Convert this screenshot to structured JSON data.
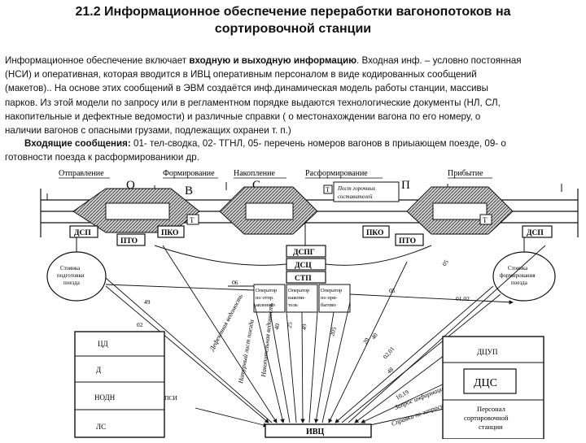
{
  "title": {
    "line1": "21.2 Информационное обеспечение переработки вагонопотоков на",
    "line2": "сортировочной станции"
  },
  "paragraph": {
    "l1a": "Информационное обеспечение включает ",
    "l1b": "входную и выходную информацию",
    "l1c": ". Входная инф. – условно постоянная",
    "l2": "(НСИ) и оперативная, которая вводится в ИВЦ оперативным персоналом в виде кодированных сообщений",
    "l3": "(макетов).. На основе этих сообщений в ЭВМ создаётся инф.динамическая модель работы станции, массивы",
    "l4": "парков. Из этой модели по запросу или в регламентном порядке выдаются технологические документы (НЛ, СЛ,",
    "l5": "накопительные и дефектные ведомости) и различные справки ( о местонахождении вагона по его номеру, о",
    "l6": "наличии вагонов с опасными грузами, подлежащих охранеи т. п.)",
    "l7a": "Входящие сообщения:",
    "l7b": " 01- тел-сводка, 02- ТГНЛ, 05- перечень номеров вагонов в приыающем поезде, 09- о",
    "l8": "готовности поезда к расформированиюи др."
  },
  "diagram": {
    "park_headers": [
      "Отправление",
      "Формирование",
      "Накопление",
      "Расформирование",
      "Прибытие"
    ],
    "park_letters": [
      "О",
      "В",
      "С",
      "П"
    ],
    "post_label_1": "Пост горочных",
    "post_label_2": "составителей",
    "boxes": {
      "dsp_left": "ДСП",
      "pto_left": "ПТО",
      "pko_left": "ПКО",
      "pko_right": "ПКО",
      "pto_right": "ПТО",
      "dsp_right": "ДСП",
      "t": "Т",
      "dspg": "ДСПГ",
      "dsc": "ДСЦ",
      "stp": "СТП",
      "ivc": "ИВЦ"
    },
    "operators": [
      [
        "Оператор",
        "по отпр.",
        "авлению"
      ],
      [
        "Оператор",
        "накопи-",
        "тель"
      ],
      [
        "Оператор",
        "по при-",
        "бытию"
      ]
    ],
    "circle_left": [
      "Стоянка",
      "подготовки",
      "поезда"
    ],
    "circle_right": [
      "Стоянка",
      "формирования",
      "поезда"
    ],
    "left_list": [
      "ЦД",
      "Д",
      "НОДН",
      "ЛС"
    ],
    "right_list": {
      "dcup": "ДЦУП",
      "dcs": "ДЦС",
      "personnel": [
        "Персонал",
        "сортировочной",
        "станции"
      ]
    },
    "slanted_labels": [
      "Дефектная ведомость",
      "Натурный лист поезда",
      "Накопительная ведомость",
      "Справки по запросу",
      "Запрос информации"
    ],
    "codes": [
      "49",
      "02",
      "06",
      "05",
      "01,02",
      "05",
      "40",
      "25",
      "49",
      "205",
      "20",
      "40",
      "02,01",
      "10,19",
      "48",
      "ПСИ"
    ]
  }
}
